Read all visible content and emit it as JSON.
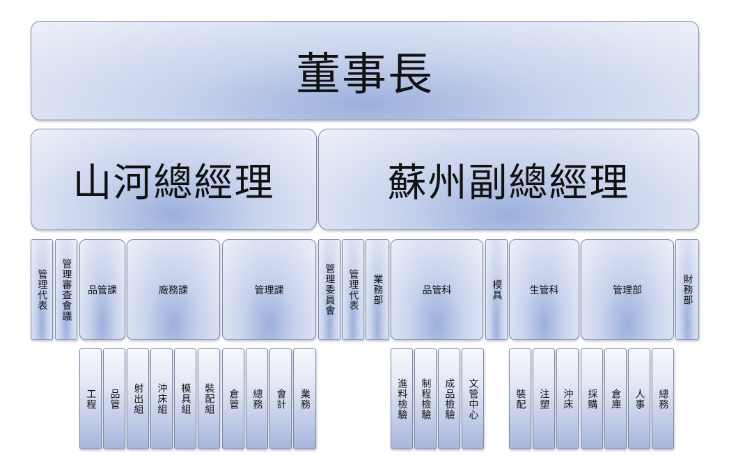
{
  "chairman": "董事長",
  "gm_shanhe": "山河總經理",
  "gm_suzhou": "蘇州副總經理",
  "level3": {
    "mgmt_rep_1": "管理代表",
    "mgmt_review": "管理審查會議",
    "qc_dept": "品管課",
    "factory_dept": "廠務課",
    "mgmt_dept": "管理課",
    "mgmt_committee": "管理委員會",
    "mgmt_rep_2": "管理代表",
    "business_dept": "業務部",
    "qc_section": "品管科",
    "mold": "模具",
    "production_section": "生管科",
    "mgmt_division": "管理部",
    "finance_dept": "財務部"
  },
  "level4_left": [
    "工程",
    "品管",
    "射出組",
    "沖床組",
    "模具組",
    "裝配組",
    "倉管",
    "總務",
    "會計",
    "業務"
  ],
  "level4_mid": [
    "進料檢驗",
    "制程檢驗",
    "成品檢驗",
    "文管中心"
  ],
  "level4_right": [
    "裝配",
    "注塑",
    "沖床",
    "採購",
    "倉庫",
    "人事",
    "總務"
  ]
}
